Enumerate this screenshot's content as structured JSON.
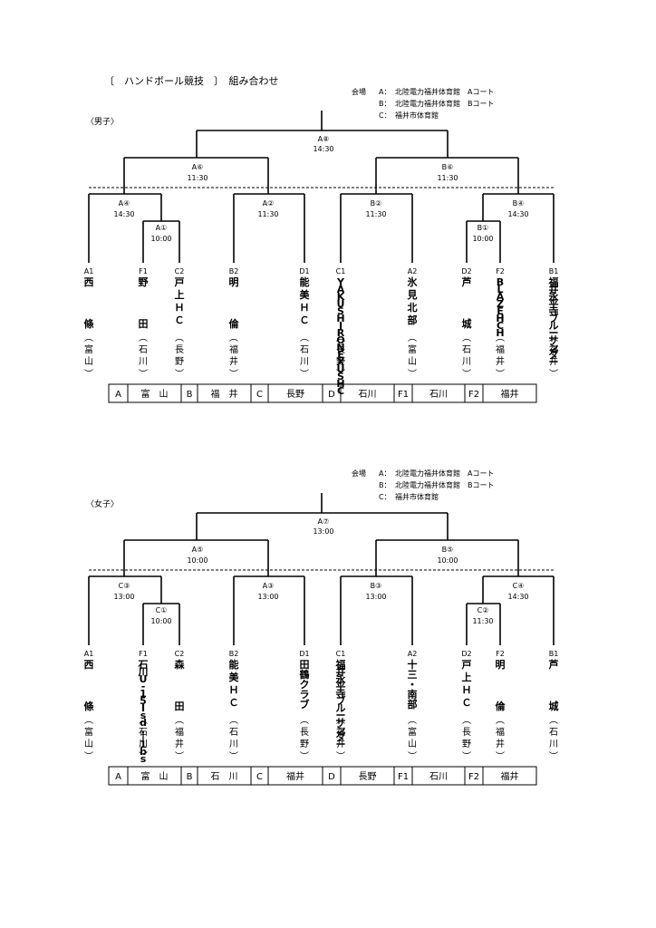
{
  "header": {
    "title": "〔　ハンドボール競技　〕　組み合わせ",
    "venues_label": "会場",
    "venues": [
      {
        "code": "A：",
        "name": "北陸電力福井体育館　Aコート"
      },
      {
        "code": "B：",
        "name": "北陸電力福井体育館　Bコート"
      },
      {
        "code": "C：",
        "name": "福井市体育館"
      }
    ]
  },
  "brackets": [
    {
      "division": "〈男子〉",
      "final": {
        "code": "A⑧",
        "time": "14:30"
      },
      "semis": [
        {
          "code": "A⑥",
          "time": "11:30"
        },
        {
          "code": "B⑥",
          "time": "11:30"
        }
      ],
      "quarters": [
        {
          "code": "A④",
          "time": "14:30"
        },
        {
          "code": "A②",
          "time": "11:30"
        },
        {
          "code": "B②",
          "time": "11:30"
        },
        {
          "code": "B④",
          "time": "14:30"
        }
      ],
      "first_round": [
        {
          "code": "A①",
          "time": "10:00"
        },
        {
          "code": "B①",
          "time": "10:00"
        }
      ],
      "teams": [
        {
          "seed": "A1",
          "name": "西　　　　條",
          "pref": "（富山）"
        },
        {
          "seed": "F1",
          "name": "野　　　　田",
          "pref": "（石川）"
        },
        {
          "seed": "C2",
          "name": "戸上ＨＣ",
          "pref": "（長野）"
        },
        {
          "seed": "B2",
          "name": "明　　　　倫",
          "pref": "（福井）"
        },
        {
          "seed": "D1",
          "name": "能美ＨＣ",
          "pref": "（石川）"
        },
        {
          "seed": "C1",
          "name": "YAKUSHIRO NEXUS HC",
          "pref": "（長野）"
        },
        {
          "seed": "A2",
          "name": "氷見北部",
          "pref": "（富山）"
        },
        {
          "seed": "D2",
          "name": "芦　　　　城",
          "pref": "（石川）"
        },
        {
          "seed": "F2",
          "name": "BLAZE HC H",
          "pref": "（福井）"
        },
        {
          "seed": "B1",
          "name": "福井永平寺ブルーサンダー",
          "pref": "（福井）"
        }
      ],
      "legend": [
        {
          "k": "A",
          "v": "富　山"
        },
        {
          "k": "B",
          "v": "福　井"
        },
        {
          "k": "C",
          "v": "長野"
        },
        {
          "k": "D",
          "v": "石川"
        },
        {
          "k": "F1",
          "v": "石川"
        },
        {
          "k": "F2",
          "v": "福井"
        }
      ]
    },
    {
      "division": "〈女子〉",
      "final": {
        "code": "A⑦",
        "time": "13:00"
      },
      "semis": [
        {
          "code": "A⑤",
          "time": "10:00"
        },
        {
          "code": "B⑤",
          "time": "10:00"
        }
      ],
      "quarters": [
        {
          "code": "C③",
          "time": "13:00"
        },
        {
          "code": "A③",
          "time": "13:00"
        },
        {
          "code": "B③",
          "time": "13:00"
        },
        {
          "code": "C④",
          "time": "14:30"
        }
      ],
      "first_round": [
        {
          "code": "C①",
          "time": "10:00"
        },
        {
          "code": "C②",
          "time": "11:30"
        }
      ],
      "teams": [
        {
          "seed": "A1",
          "name": "西　　　　條",
          "pref": "（富山）"
        },
        {
          "seed": "F1",
          "name": "石川 U-15 Isd. | 1bs",
          "pref": "（石川）"
        },
        {
          "seed": "C2",
          "name": "森　　　　田",
          "pref": "（福井）"
        },
        {
          "seed": "B2",
          "name": "能美ＨＣ",
          "pref": "（石川）"
        },
        {
          "seed": "D1",
          "name": "田鶴クラブ",
          "pref": "（長野）"
        },
        {
          "seed": "C1",
          "name": "福井永平寺ブルーサンダー",
          "pref": "（福井）"
        },
        {
          "seed": "A2",
          "name": "十三・南部",
          "pref": "（富山）"
        },
        {
          "seed": "D2",
          "name": "戸上ＨＣ",
          "pref": "（長野）"
        },
        {
          "seed": "F2",
          "name": "明　　　　倫",
          "pref": "（福井）"
        },
        {
          "seed": "B1",
          "name": "芦　　　　城",
          "pref": "（石川）"
        }
      ],
      "legend": [
        {
          "k": "A",
          "v": "富　山"
        },
        {
          "k": "B",
          "v": "石　川"
        },
        {
          "k": "C",
          "v": "福井"
        },
        {
          "k": "D",
          "v": "長野"
        },
        {
          "k": "F1",
          "v": "石川"
        },
        {
          "k": "F2",
          "v": "福井"
        }
      ]
    }
  ]
}
